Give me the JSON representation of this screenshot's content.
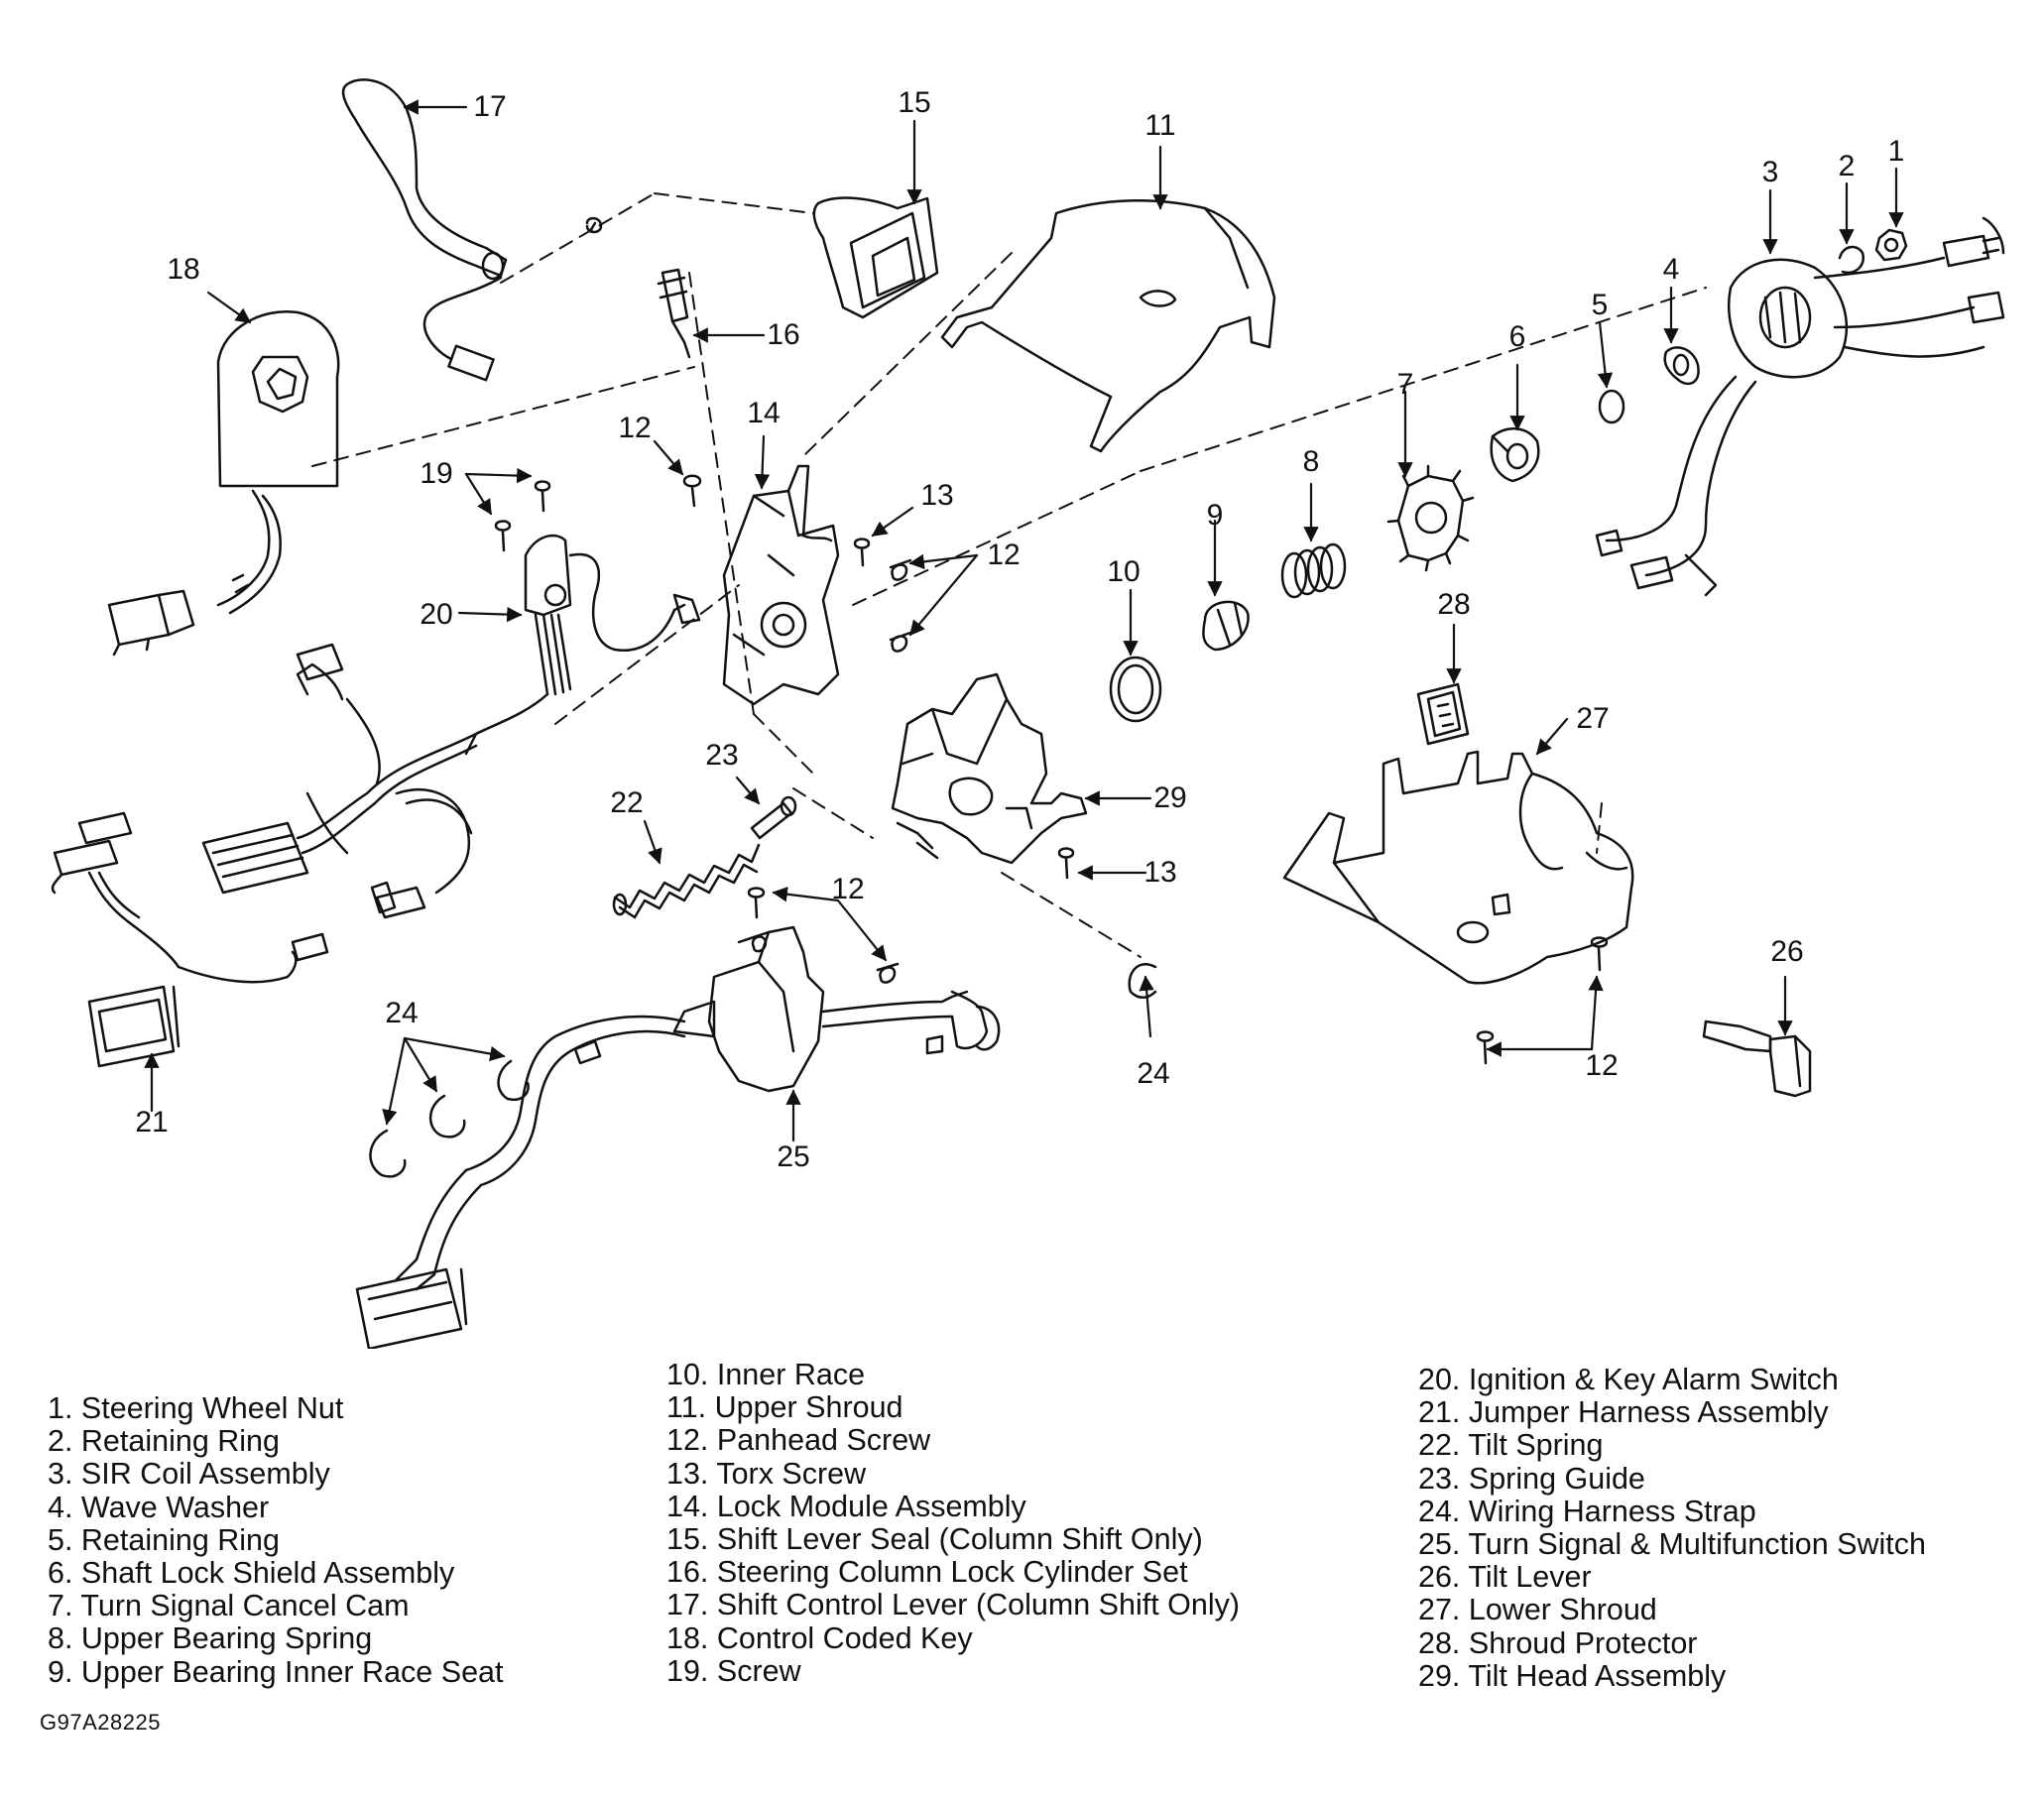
{
  "callouts": [
    {
      "id": "c17",
      "label": "17"
    },
    {
      "id": "c15",
      "label": "15"
    },
    {
      "id": "c11",
      "label": "11"
    },
    {
      "id": "c3",
      "label": "3"
    },
    {
      "id": "c2",
      "label": "2"
    },
    {
      "id": "c1",
      "label": "1"
    },
    {
      "id": "c18",
      "label": "18"
    },
    {
      "id": "c16",
      "label": "16"
    },
    {
      "id": "c4",
      "label": "4"
    },
    {
      "id": "c5",
      "label": "5"
    },
    {
      "id": "c6",
      "label": "6"
    },
    {
      "id": "c7",
      "label": "7"
    },
    {
      "id": "c12a",
      "label": "12"
    },
    {
      "id": "c14",
      "label": "14"
    },
    {
      "id": "c19",
      "label": "19"
    },
    {
      "id": "c13a",
      "label": "13"
    },
    {
      "id": "c8",
      "label": "8"
    },
    {
      "id": "c12b",
      "label": "12"
    },
    {
      "id": "c9",
      "label": "9"
    },
    {
      "id": "c10",
      "label": "10"
    },
    {
      "id": "c20",
      "label": "20"
    },
    {
      "id": "c28",
      "label": "28"
    },
    {
      "id": "c27",
      "label": "27"
    },
    {
      "id": "c23",
      "label": "23"
    },
    {
      "id": "c22",
      "label": "22"
    },
    {
      "id": "c29",
      "label": "29"
    },
    {
      "id": "c13b",
      "label": "13"
    },
    {
      "id": "c12c",
      "label": "12"
    },
    {
      "id": "c26",
      "label": "26"
    },
    {
      "id": "c24a",
      "label": "24"
    },
    {
      "id": "c24b",
      "label": "24"
    },
    {
      "id": "c12d",
      "label": "12"
    },
    {
      "id": "c21",
      "label": "21"
    },
    {
      "id": "c25",
      "label": "25"
    }
  ],
  "legend": {
    "col1": [
      "1. Steering Wheel Nut",
      "2. Retaining Ring",
      "3. SIR Coil Assembly",
      "4. Wave Washer",
      "5. Retaining Ring",
      "6. Shaft Lock Shield Assembly",
      "7. Turn Signal Cancel Cam",
      "8. Upper Bearing Spring",
      "9. Upper Bearing Inner Race Seat"
    ],
    "col2": [
      "10. Inner Race",
      "11. Upper Shroud",
      "12. Panhead Screw",
      "13. Torx Screw",
      "14. Lock Module Assembly",
      "15. Shift Lever Seal (Column Shift Only)",
      "16. Steering Column Lock Cylinder Set",
      "17. Shift Control Lever (Column Shift Only)",
      "18. Control Coded Key",
      "19. Screw"
    ],
    "col3": [
      "20. Ignition & Key Alarm Switch",
      "21. Jumper Harness Assembly",
      "22. Tilt Spring",
      "23. Spring Guide",
      "24. Wiring Harness Strap",
      "25. Turn Signal & Multifunction Switch",
      "26. Tilt Lever",
      "27. Lower Shroud",
      "28. Shroud Protector",
      "29. Tilt Head Assembly"
    ]
  },
  "figure_id": "G97A28225",
  "colors": {
    "ink": "#111111",
    "paper": "#ffffff"
  }
}
